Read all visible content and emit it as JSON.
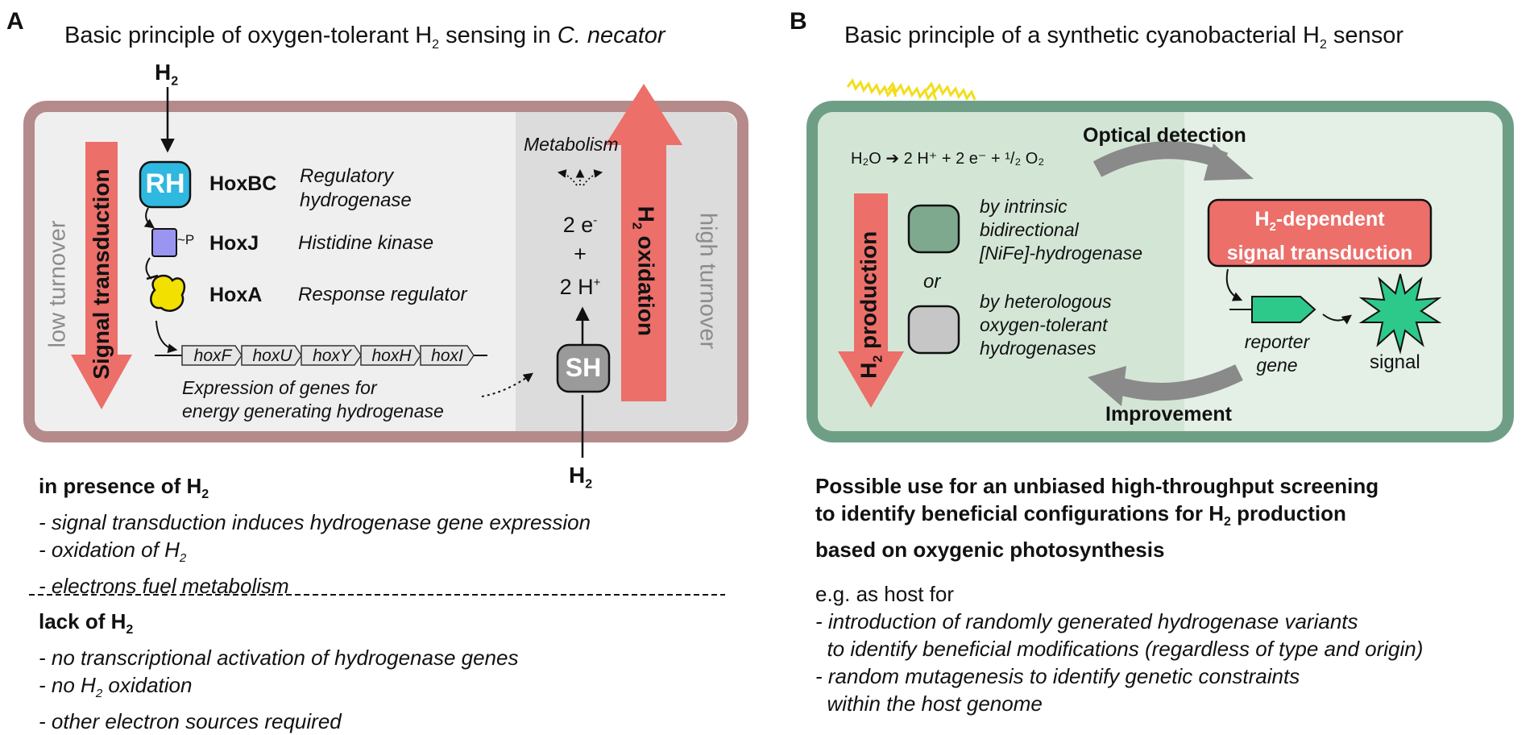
{
  "panel_a": {
    "letter": "A",
    "title_pre": "Basic principle of oxygen-tolerant H",
    "title_sub": "2",
    "title_mid": " sensing in ",
    "title_italic": "C. necator",
    "h2_top": "H",
    "h2_top_sub": "2",
    "h2_bottom": "H",
    "h2_bottom_sub": "2",
    "low_turnover": "low turnover",
    "signal_transduction": "Signal transduction",
    "high_turnover": "high turnover",
    "h2_oxidation": "oxidation",
    "h2_oxidation_prefix": "H",
    "h2_oxidation_sub": "2",
    "rh_label": "RH",
    "sh_label": "SH",
    "p_label": "~P",
    "proteins": [
      {
        "name": "HoxBC",
        "role": "Regulatory",
        "role2": "hydrogenase"
      },
      {
        "name": "HoxJ",
        "role": "Histidine kinase",
        "role2": ""
      },
      {
        "name": "HoxA",
        "role": "Response regulator",
        "role2": ""
      }
    ],
    "genes": [
      "hoxF",
      "hoxU",
      "hoxY",
      "hoxH",
      "hoxI"
    ],
    "expression_line1": "Expression of genes for",
    "expression_line2": "energy generating hydrogenase",
    "metabolism": "Metabolism",
    "electrons": "2 e",
    "electrons_sup": "-",
    "plus": "+",
    "protons": "2 H",
    "protons_sup": "+",
    "presence_title": "in presence of H",
    "presence_title_sub": "2",
    "presence_items": [
      "- signal transduction induces hydrogenase gene expression",
      "- oxidation of H",
      "- electrons fuel metabolism"
    ],
    "presence_item2_sub": "2",
    "lack_title": "lack of H",
    "lack_title_sub": "2",
    "lack_items": [
      "- no transcriptional activation of hydrogenase genes",
      "- no H",
      "- other electron sources required"
    ],
    "lack_item2_sub": "2",
    "lack_item2_suffix": " oxidation"
  },
  "panel_b": {
    "letter": "B",
    "title_pre": "Basic principle of a synthetic cyanobacterial H",
    "title_sub": "2",
    "title_post": " sensor",
    "equation": "H₂O ➔ 2 H⁺ + 2 e⁻ + ¹/₂ O₂",
    "optical_detection": "Optical detection",
    "improvement": "Improvement",
    "h2_production": "production",
    "h2_production_prefix": "H",
    "h2_production_sub": "2",
    "intrinsic_lines": [
      "by intrinsic",
      "bidirectional",
      "[NiFe]-hydrogenase"
    ],
    "or": "or",
    "heterologous_lines": [
      "by heterologous",
      "oxygen-tolerant",
      "hydrogenases"
    ],
    "signal_box_line1_pre": "H",
    "signal_box_line1_sub": "2",
    "signal_box_line1_post": "-dependent",
    "signal_box_line2": "signal transduction",
    "reporter_line1": "reporter",
    "reporter_line2": "gene",
    "signal": "signal",
    "use_line1": "Possible use for an unbiased high-throughput screening",
    "use_line2_pre": "to identify beneficial configurations for H",
    "use_line2_sub": "2",
    "use_line2_post": " production",
    "use_line3": "based on oxygenic photosynthesis",
    "eg": "e.g. as host for",
    "eg_items": [
      "- introduction of randomly generated hydrogenase variants",
      "  to identify beneficial modifications (regardless of type and origin)",
      "- random mutagenesis to identify genetic constraints",
      "  within the host genome"
    ]
  },
  "colors": {
    "panel_a_border": "#b58a8a",
    "panel_a_fill": "#efefef",
    "panel_a_right_fill": "#dcdcdc",
    "panel_b_border": "#6e9f86",
    "panel_b_fill": "#e4efe6",
    "panel_b_left_fill": "#d3e6d6",
    "salmon": "#ec6f6a",
    "rh_cyan": "#2fb8e0",
    "kinase_purple": "#9a95f0",
    "regulator_yellow": "#f2e000",
    "sh_gray": "#9a9a9a",
    "green_box": "#7fa98f",
    "gray_box": "#c6c6c6",
    "reporter_green": "#2cc98a",
    "gray_arrow": "#8a8a8a",
    "lightning": "#f2de1a"
  }
}
